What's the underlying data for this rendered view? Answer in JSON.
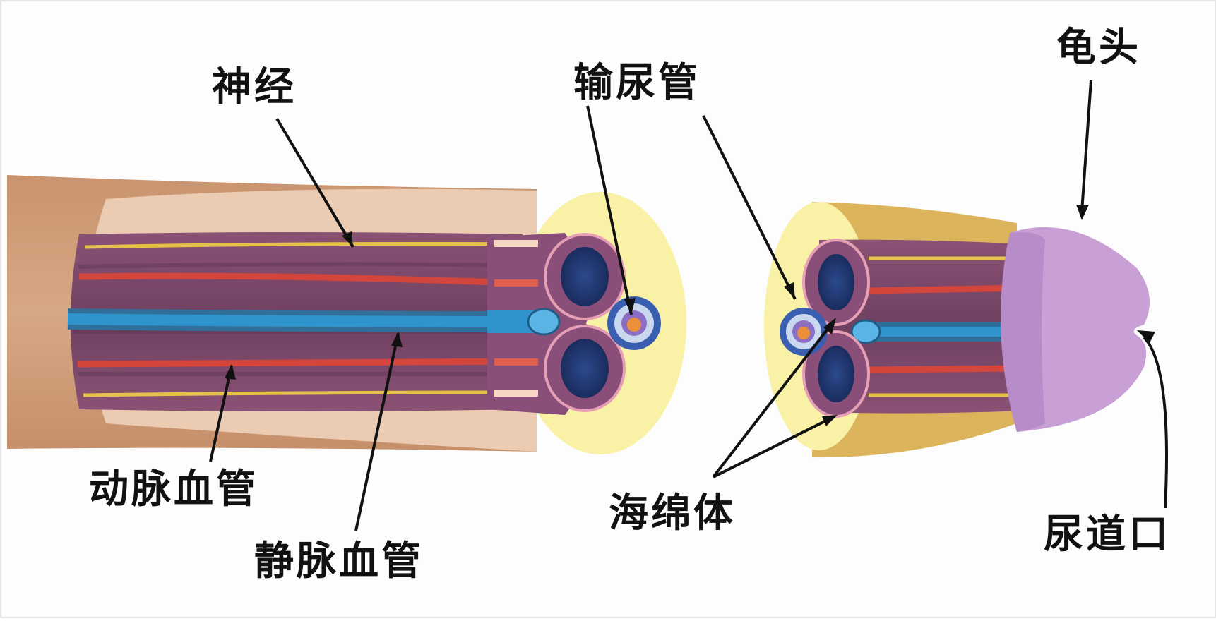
{
  "labels": {
    "nerve": "神经",
    "vas_deferens": "输尿管",
    "glans": "龟头",
    "artery": "动脉血管",
    "vein": "静脉血管",
    "corpus_cavernosum": "海绵体",
    "urethral_opening": "尿道口"
  },
  "colors": {
    "skin": "#d2a07c",
    "skin_light": "#e9c8b0",
    "fat": "#f9f2a6",
    "muscle": "#7f4a6c",
    "artery": "#d4453c",
    "vein": "#2d8bc4",
    "nerve": "#e6c24a",
    "cavern": "#243a76",
    "glans": "#c8a0d6",
    "tan": "#dcb45c"
  }
}
